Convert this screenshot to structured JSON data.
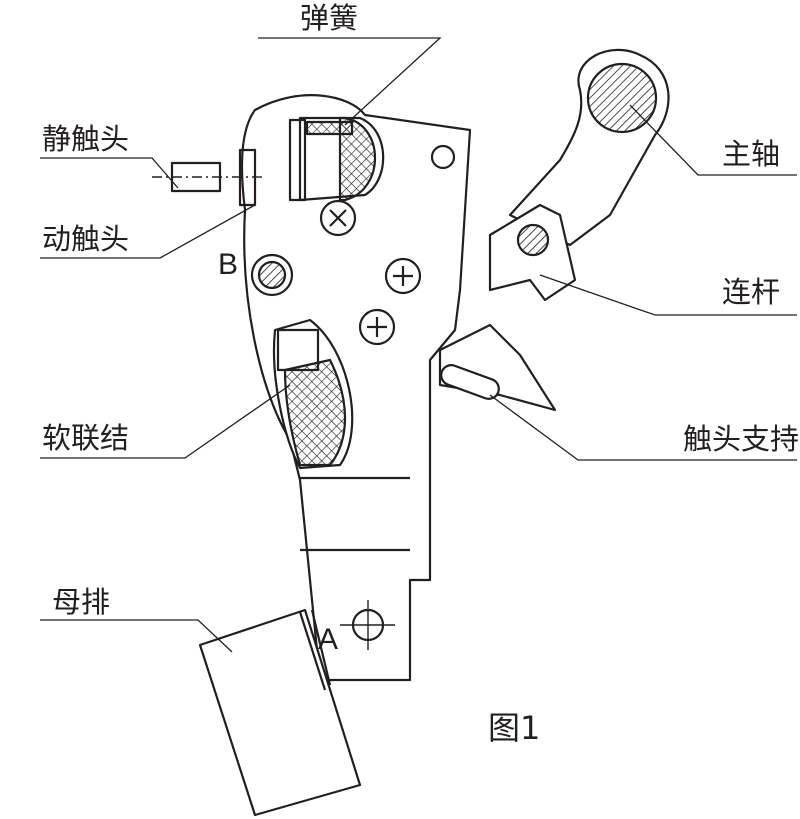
{
  "labels": {
    "spring": "弹簧",
    "static_contact": "静触头",
    "moving_contact": "动触头",
    "main_shaft": "主轴",
    "link_rod": "连杆",
    "flexible_connection": "软联结",
    "contact_support": "触头支持",
    "busbar": "母排"
  },
  "points": {
    "a": "A",
    "b": "B"
  },
  "caption": "图1",
  "colors": {
    "line": "#231f20",
    "background": "#ffffff"
  }
}
